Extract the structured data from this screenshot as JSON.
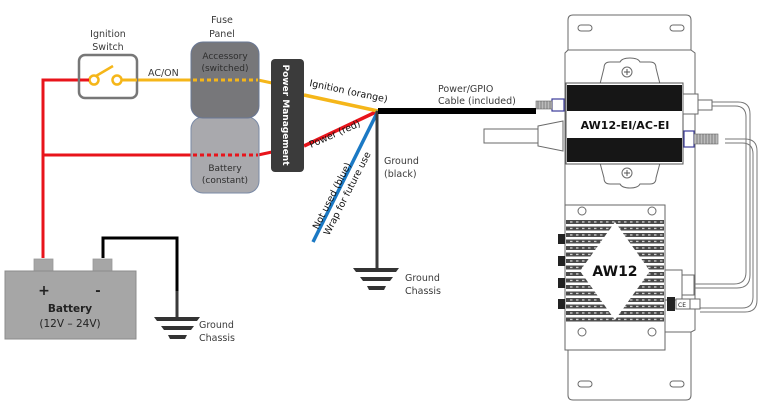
{
  "diagram": {
    "title": "AW12-EI/AC-EI wiring diagram",
    "colors": {
      "power_red": "#e8141b",
      "ignition_orange": "#f5b619",
      "ground_black": "#111111",
      "unused_blue": "#1b79c4",
      "fuse_accessory": "#77777a",
      "fuse_battery": "#a9a9ad",
      "power_mgmt": "#3b3b3b",
      "battery": "#a6a6a6"
    },
    "ignition_switch": {
      "line1": "Ignition",
      "line2": "Switch",
      "ac_on": "AC/ON"
    },
    "fuse_panel": {
      "line1": "Fuse",
      "line2": "Panel",
      "accessory": {
        "line1": "Accessory",
        "line2": "(switched)"
      },
      "battery": {
        "line1": "Battery",
        "line2": "(constant)"
      }
    },
    "power_management": "Power Management",
    "wires": {
      "ignition": "Ignition (orange)",
      "power": "Power (red)",
      "unused_line1": "Not used (blue)",
      "unused_line2": "Wrap for future use",
      "ground_line1": "Ground",
      "ground_line2": "(black)",
      "cable_line1": "Power/GPIO",
      "cable_line2": "Cable (included)"
    },
    "battery": {
      "plus": "+",
      "minus": "-",
      "name": "Battery",
      "voltage": "(12V – 24V)"
    },
    "ground_chassis_1": {
      "line1": "Ground",
      "line2": "Chassis"
    },
    "ground_chassis_2": {
      "line1": "Ground",
      "line2": "Chassis"
    },
    "devices": {
      "module": "AW12-EI/AC-EI",
      "main": "AW12",
      "ce_mark": "CE"
    }
  }
}
